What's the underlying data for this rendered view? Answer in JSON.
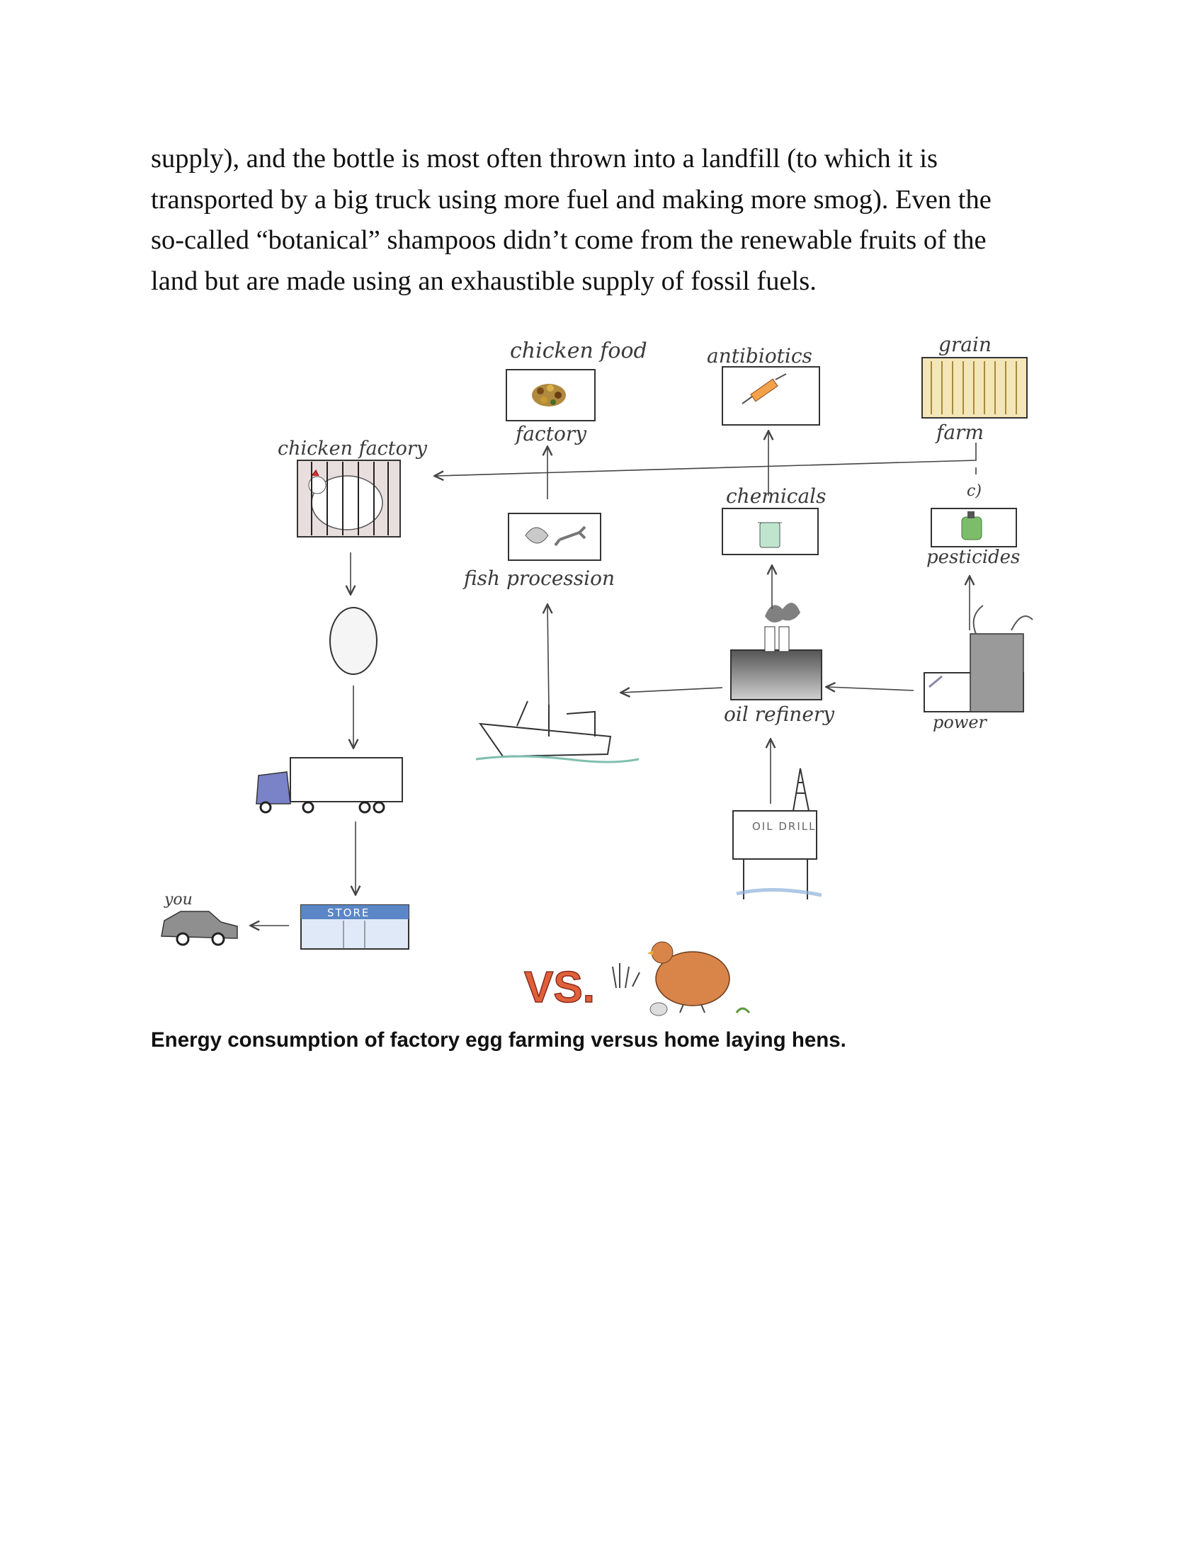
{
  "paragraph": {
    "lines": [
      "supply), and the bottle is most often thrown into a landfill (to which it is",
      "transported by a big truck using more fuel and making more smog). Even the",
      "so-called “botanical” shampoos didn’t come from the renewable fruits of the",
      "land but are made using an exhaustible supply of fossil fuels."
    ]
  },
  "diagram": {
    "labels": {
      "chicken_food": "chicken food",
      "antibiotics": "antibiotics",
      "grain": "grain",
      "factory": "factory",
      "farm": "farm",
      "chicken_factory": "chicken factory",
      "chemicals": "chemicals",
      "pesticides": "pesticides",
      "fish_processing": "fish procession",
      "oil_refinery": "oil refinery",
      "power": "power",
      "oil_drill": "OIL DRILL",
      "store": "STORE",
      "you": "you",
      "versus": "VS."
    },
    "icons": [
      "chicken-feed-icon",
      "syringe-icon",
      "grain-field-icon",
      "hen-in-cage-icon",
      "fish-icon",
      "beaker-icon",
      "spray-bottle-icon",
      "egg-icon",
      "ship-icon",
      "refinery-icon",
      "power-plant-icon",
      "truck-icon",
      "oil-rig-icon",
      "store-icon",
      "car-icon",
      "hen-icon",
      "hand-icon"
    ]
  },
  "caption": "Energy consumption of factory egg farming versus home laying hens."
}
